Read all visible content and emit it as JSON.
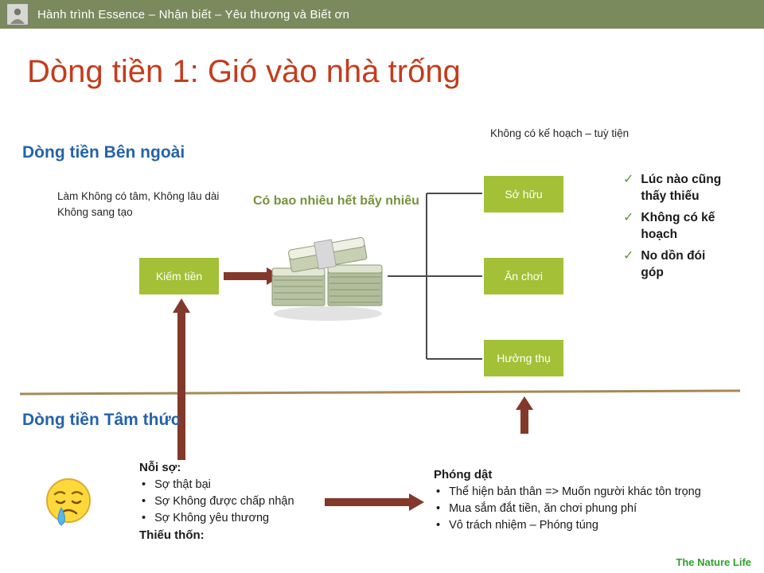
{
  "colors": {
    "header_green": "#7A8A5C",
    "title_red": "#C43C1C",
    "heading_blue": "#2563A8",
    "box_green": "#A3C037",
    "caption_olive": "#76923C",
    "arrow_brown": "#83392A",
    "divider_tan": "#A68A56",
    "check_green": "#5E9732",
    "footer_green": "#2EA12E"
  },
  "icons": {
    "check": "✓",
    "bullet": "•"
  },
  "header": {
    "title": "Hành trình Essence – Nhận biết – Yêu thương và Biết ơn"
  },
  "slide": {
    "title": "Dòng tiền 1: Gió vào nhà trống",
    "footer": "The Nature Life"
  },
  "sections": {
    "external": "Dòng tiền Bên ngoài",
    "mindset": "Dòng tiền Tâm thức"
  },
  "notes": {
    "top_right": "Không có kế hoạch – tuỳ tiện",
    "work_line1": "Làm Không có tâm, Không lâu dài",
    "work_line2": "Không sang tạo",
    "money_caption": "Có bao nhiêu hết bấy nhiêu"
  },
  "boxes": {
    "earn": "Kiếm tiền",
    "own": "Sở hữu",
    "play": "Ăn chơi",
    "enjoy": "Hưởng thụ"
  },
  "checklist": {
    "items": [
      "Lúc nào cũng thấy thiếu",
      "Không có kế hoạch",
      "No dồn đói góp"
    ]
  },
  "fear": {
    "title": "Nỗi sợ:",
    "items": [
      "Sợ thật bại",
      "Sợ Không được chấp nhận",
      "Sợ Không yêu thương"
    ],
    "footer": "Thiếu thốn:"
  },
  "indulgence": {
    "title": "Phóng dật",
    "items": [
      "Thể hiện bản thân => Muốn người khác tôn trọng",
      "Mua sắm đắt tiền, ăn chơi phung phí",
      "Vô trách nhiệm – Phóng túng"
    ]
  }
}
